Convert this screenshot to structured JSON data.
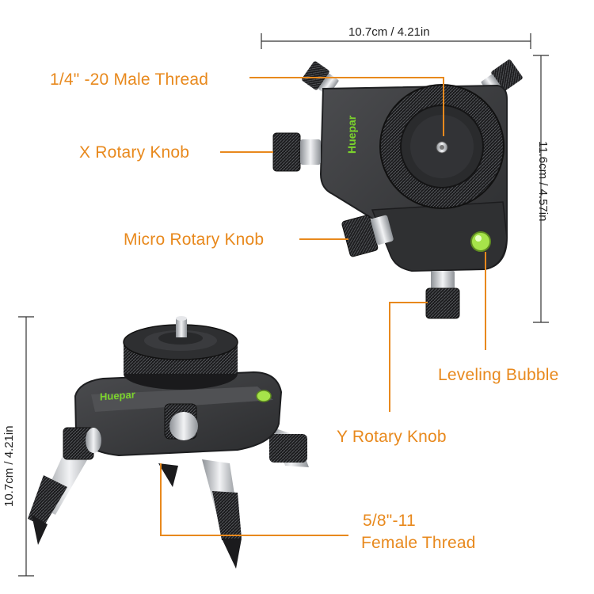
{
  "colors": {
    "callout": "#e8891d",
    "dimension": "#222222",
    "brand": "#7bd32c",
    "body": "#3a3b3d",
    "metal": "#c9ccd0",
    "bubble": "#a6e34a"
  },
  "brand": {
    "name": "Huepar"
  },
  "dimensions": {
    "top_width": "10.7cm / 4.21in",
    "top_height": "11.6cm / 4.57in",
    "bottom_height": "10.7cm / 4.21in"
  },
  "callouts": {
    "male_thread": "1/4\" -20 Male Thread",
    "x_knob": "X Rotary Knob",
    "micro_knob": "Micro Rotary Knob",
    "leveling_bubble": "Leveling Bubble",
    "y_knob": "Y Rotary Knob",
    "female_thread_line1": "5/8\"-11",
    "female_thread_line2": "Female Thread"
  }
}
